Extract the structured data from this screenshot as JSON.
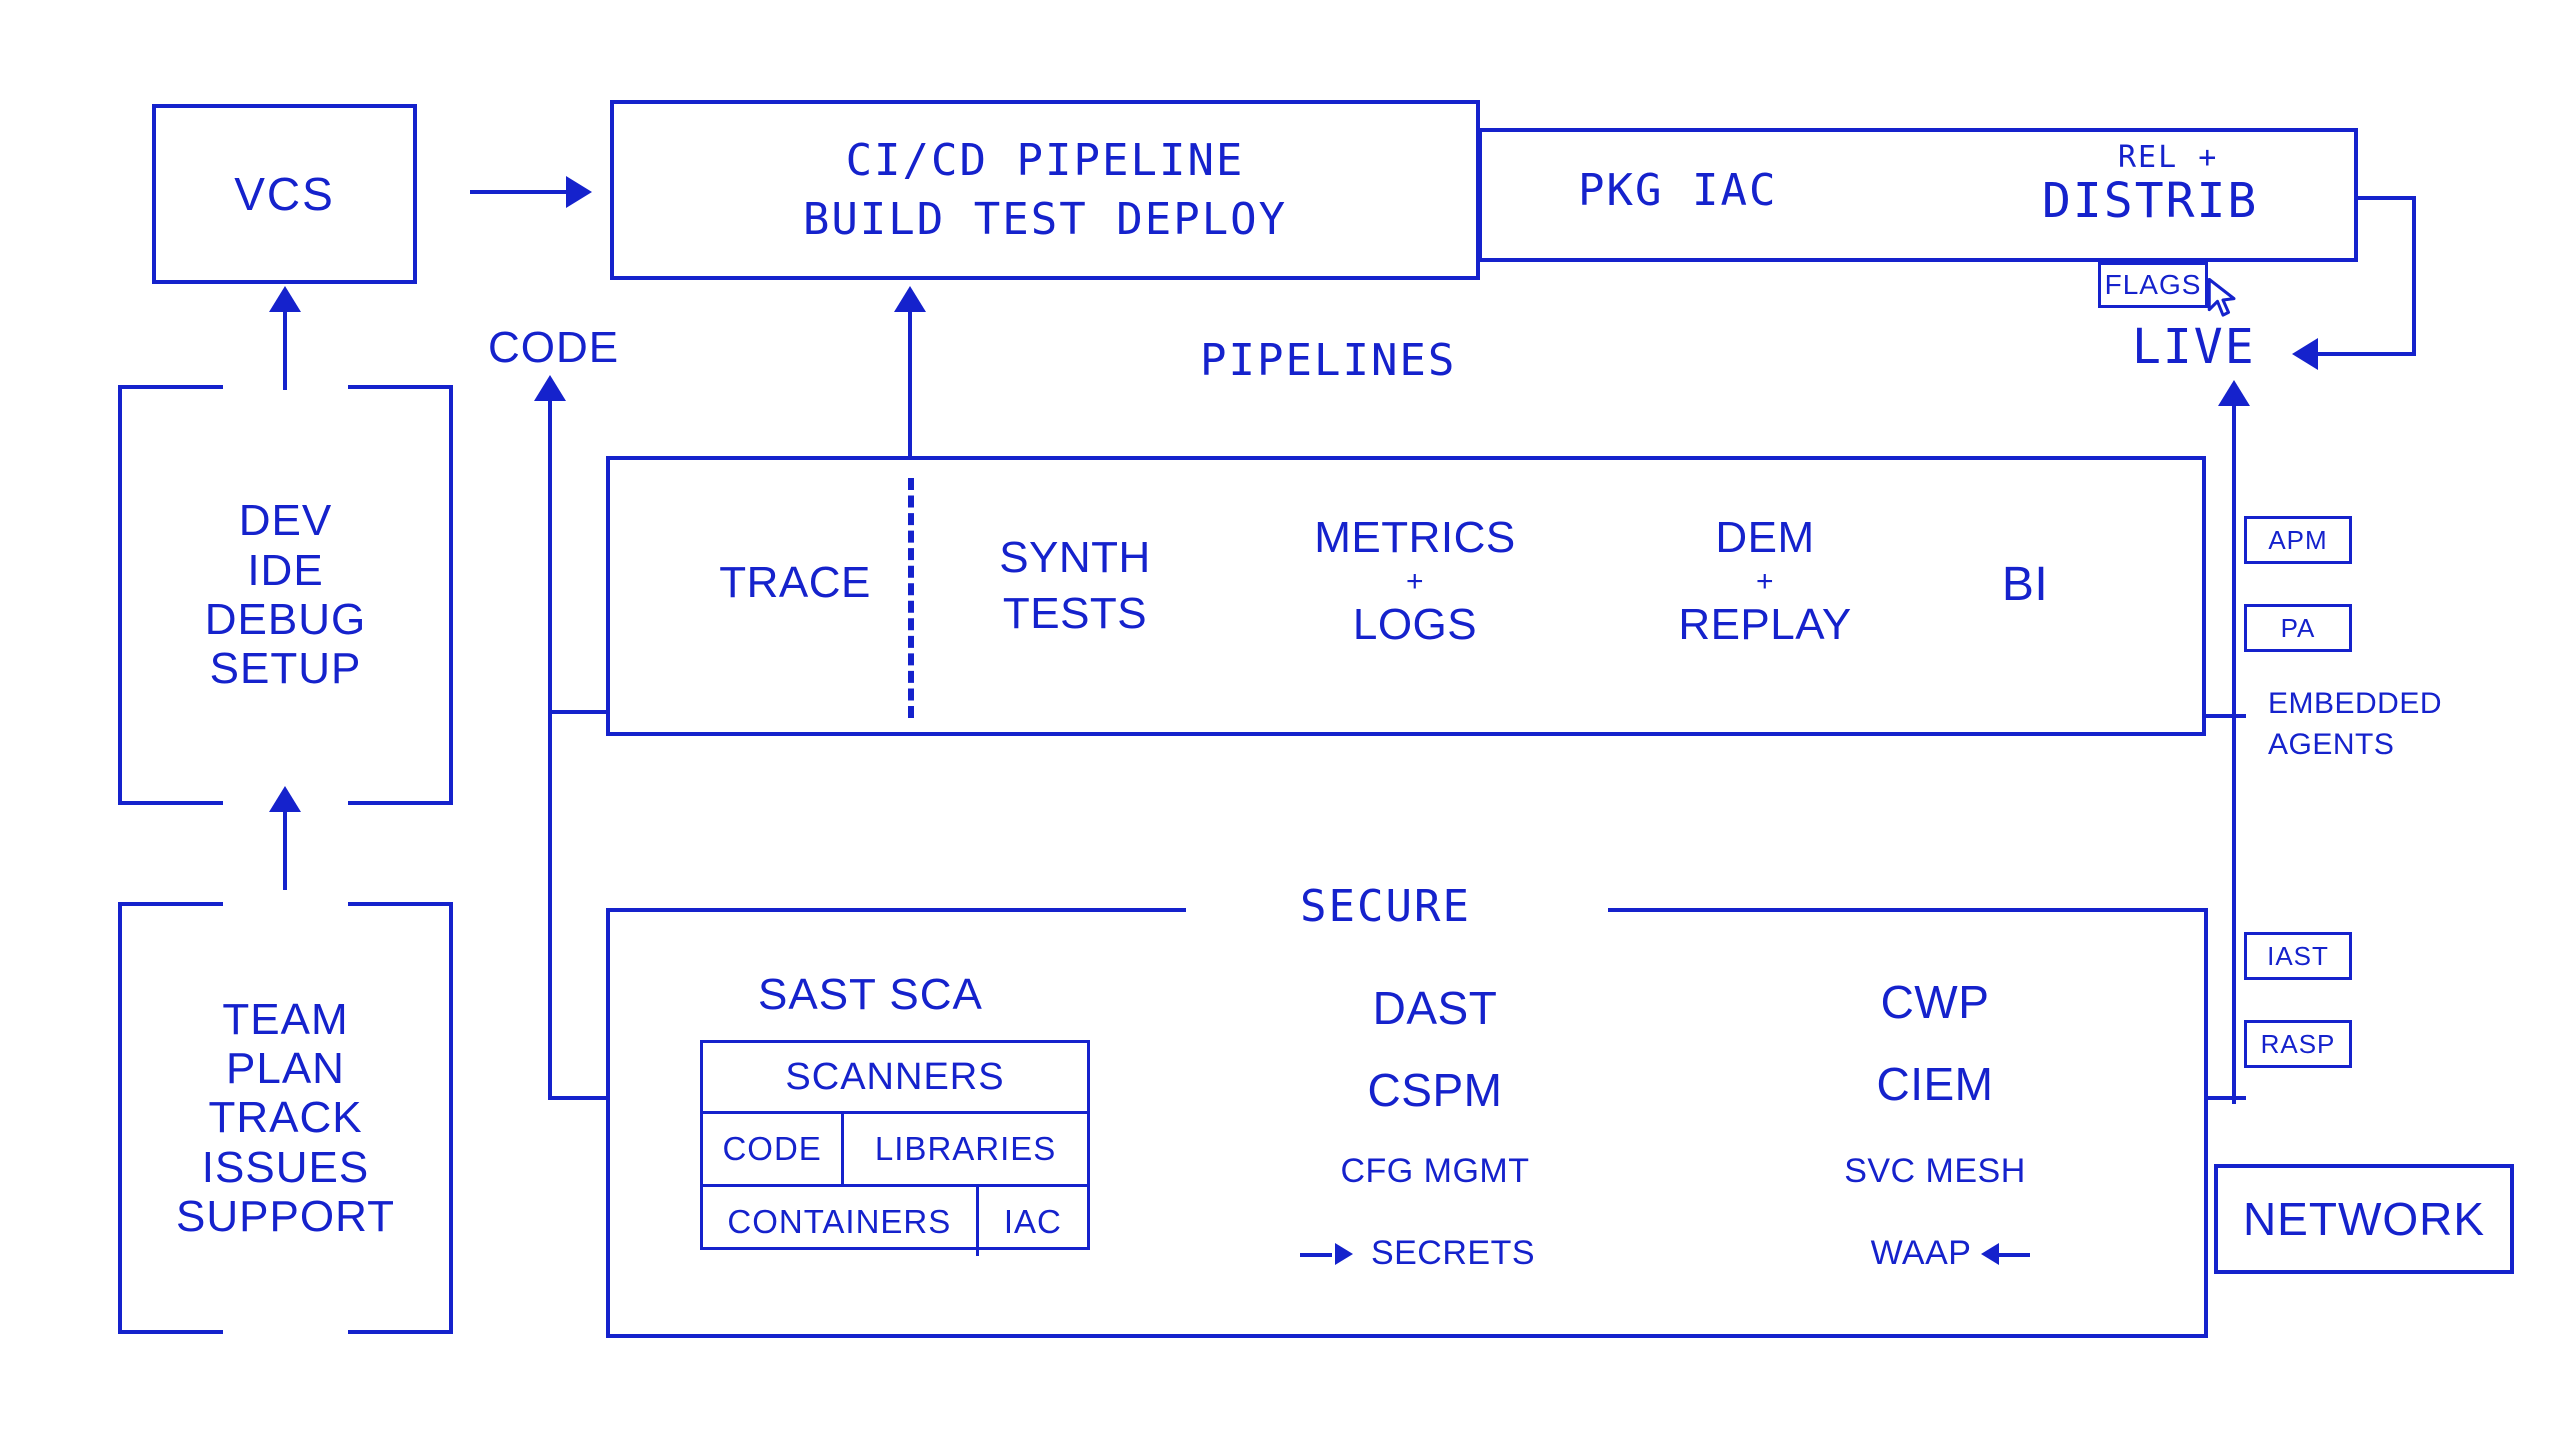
{
  "theme": {
    "ink": "#1522cc",
    "paper": "#ffffff"
  },
  "nodes": {
    "vcs": {
      "label": "VCS"
    },
    "cicd": {
      "line1": "CI/CD PIPELINE",
      "line2": "BUILD TEST DEPLOY"
    },
    "pkg_iac": {
      "label": "PKG IAC"
    },
    "distrib": {
      "line1": "REL +",
      "line2": "DISTRIB"
    },
    "flags": {
      "label": "FLAGS"
    },
    "live": {
      "label": "LIVE"
    },
    "network": {
      "label": "NETWORK"
    },
    "code_edge": {
      "label": "CODE"
    },
    "pipelines_label": {
      "label": "PIPELINES"
    },
    "secure_label": {
      "label": "SECURE"
    }
  },
  "groups": {
    "dev": {
      "items": [
        "DEV",
        "IDE",
        "DEBUG",
        "SETUP"
      ]
    },
    "team": {
      "items": [
        "TEAM",
        "PLAN",
        "TRACK",
        "ISSUES",
        "SUPPORT"
      ]
    }
  },
  "observability": {
    "cells": [
      {
        "name": "trace",
        "lines": [
          "TRACE"
        ]
      },
      {
        "name": "synth-tests",
        "lines": [
          "SYNTH",
          "TESTS"
        ]
      },
      {
        "name": "metrics-logs",
        "lines": [
          "METRICS",
          "+",
          "LOGS"
        ]
      },
      {
        "name": "dem-replay",
        "lines": [
          "DEM",
          "+",
          "REPLAY"
        ]
      },
      {
        "name": "bi",
        "lines": [
          "BI"
        ]
      }
    ]
  },
  "secure": {
    "columns": [
      {
        "name": "sast-sca",
        "heading": "SAST SCA",
        "table": {
          "header": "SCANNERS",
          "rows": [
            [
              "CODE",
              "LIBRARIES"
            ],
            [
              "CONTAINERS",
              "IAC"
            ]
          ]
        }
      },
      {
        "name": "dast-cspm",
        "items": [
          {
            "text": "DAST",
            "size": "big",
            "arrow": "none"
          },
          {
            "text": "CSPM",
            "size": "big",
            "arrow": "none"
          },
          {
            "text": "CFG MGMT",
            "size": "small",
            "arrow": "none"
          },
          {
            "text": "SECRETS",
            "size": "small",
            "arrow": "left-before"
          }
        ]
      },
      {
        "name": "cwp-ciem",
        "items": [
          {
            "text": "CWP",
            "size": "big",
            "arrow": "none"
          },
          {
            "text": "CIEM",
            "size": "big",
            "arrow": "none"
          },
          {
            "text": "SVC MESH",
            "size": "small",
            "arrow": "none"
          },
          {
            "text": "WAAP",
            "size": "small",
            "arrow": "left-after"
          }
        ]
      }
    ]
  },
  "agents": {
    "upper_chips": [
      "APM",
      "PA"
    ],
    "caption": [
      "EMBEDDED",
      "AGENTS"
    ],
    "lower_chips": [
      "IAST",
      "RASP"
    ]
  }
}
